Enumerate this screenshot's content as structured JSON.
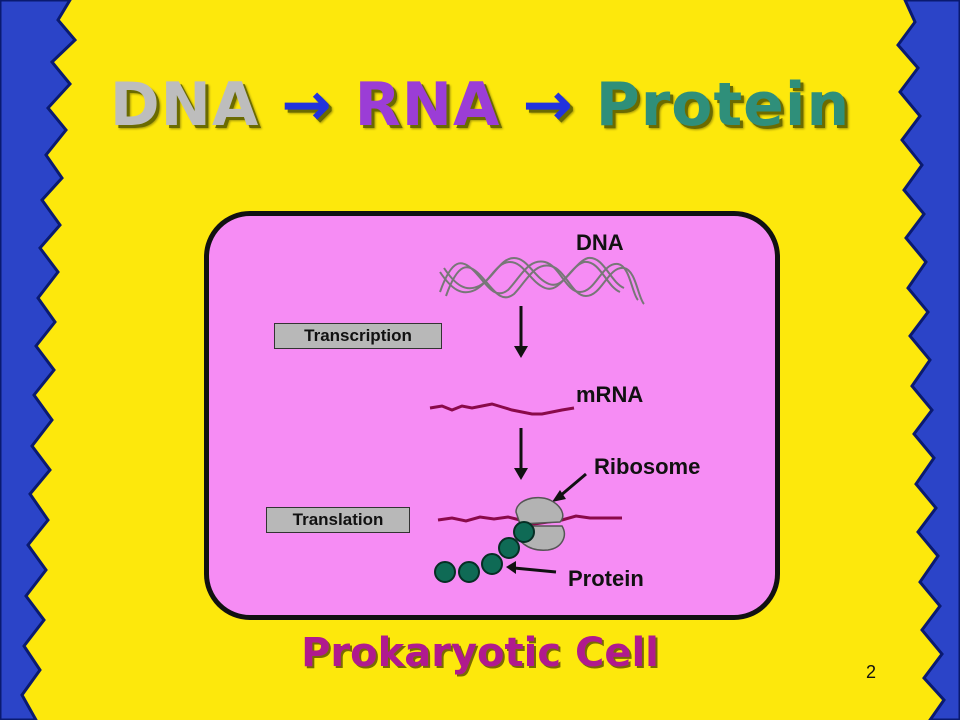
{
  "title": {
    "dna": "DNA",
    "arrow1": "→",
    "rna": "RNA",
    "arrow2": "→",
    "protein": "Protein"
  },
  "diagram": {
    "dna_label": "DNA",
    "transcription_label": "Transcription",
    "mrna_label": "mRNA",
    "ribosome_label": "Ribosome",
    "translation_label": "Translation",
    "protein_label": "Protein"
  },
  "footer_title": "Prokaryotic Cell",
  "page_number": "2",
  "colors": {
    "background": "#fde80c",
    "border_blue": "#2b44c8",
    "cell_fill": "#f68cf4",
    "dna_title": "#bdbdbd",
    "rna_title": "#9b3dd6",
    "protein_title": "#2f8f7a",
    "footer": "#b01a8e",
    "mrna_strand": "#8a0a4a",
    "protein_bead": "#0f6a55"
  }
}
